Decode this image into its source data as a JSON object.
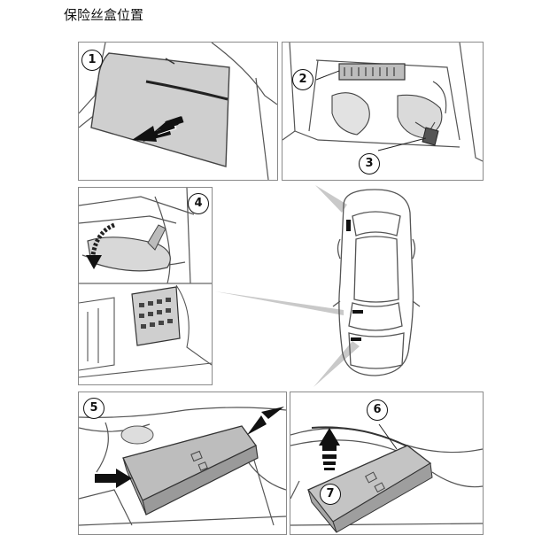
{
  "title": "保险丝盒位置",
  "callouts": {
    "c1": "1",
    "c2": "2",
    "c3": "3",
    "c4": "4",
    "c5": "5",
    "c6": "6",
    "c7": "7"
  },
  "colors": {
    "line": "#444444",
    "frame": "#8a8a8a",
    "shade": "#c8c8c8",
    "arrow": "#111111"
  }
}
